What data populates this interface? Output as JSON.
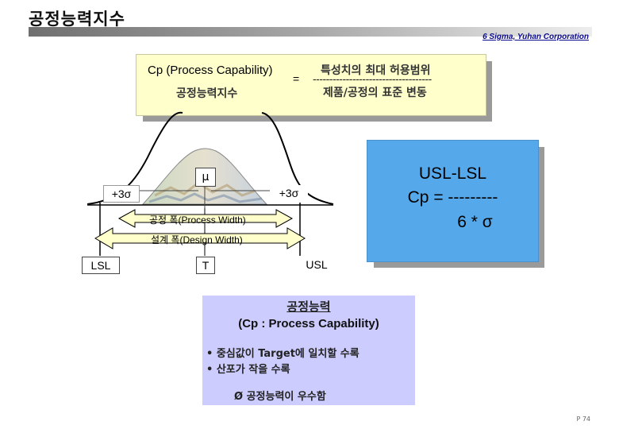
{
  "title": "공정능력지수",
  "corporation": "6 Sigma, Yuhan Corporation",
  "formula": {
    "left_top": "Cp (Process Capability)",
    "left_bottom": "공정능력지수",
    "equals": "=",
    "right_top": "특성치의 최대 허용범위",
    "dashes": "------------------------------------",
    "right_bottom": "제품/공정의 표준 변동"
  },
  "diagram": {
    "mu": "μ",
    "left_sigma": "+3σ",
    "right_sigma": "+3σ",
    "process_width": "공정 폭(Process Width)",
    "design_width": "설계 폭(Design Width)",
    "lsl": "LSL",
    "target": "T",
    "usl": "USL"
  },
  "cp_formula": {
    "line1": "USL-LSL",
    "line2": "Cp = ---------",
    "line3": "6 * σ"
  },
  "capability": {
    "title": "공정능력",
    "subtitle": "(Cp : Process Capability)",
    "bullets": [
      "•  중심값이 Target에 일치할 수록",
      "•  산포가 작을 수록"
    ],
    "conclusion": "Ø  공정능력이 우수함"
  },
  "page_number": "P 74"
}
